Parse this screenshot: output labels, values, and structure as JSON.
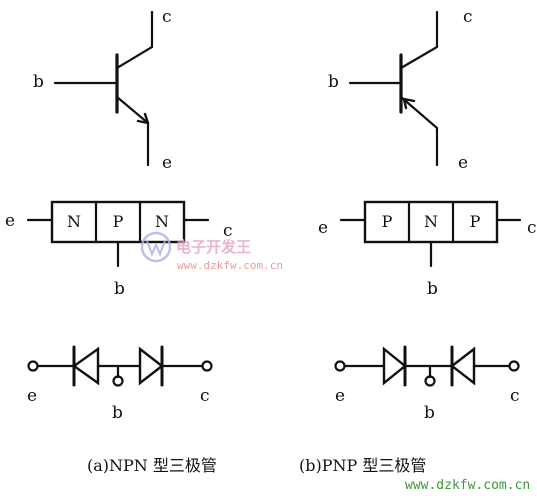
{
  "npn": {
    "symbol": {
      "c": "c",
      "b": "b",
      "e": "e"
    },
    "block": {
      "n1": "N",
      "p": "P",
      "n2": "N",
      "e": "e",
      "c": "c",
      "b": "b"
    },
    "diodes": {
      "e": "e",
      "b": "b",
      "c": "c"
    },
    "caption": "(a)NPN 型三极管"
  },
  "pnp": {
    "symbol": {
      "c": "c",
      "b": "b",
      "e": "e"
    },
    "block": {
      "p1": "P",
      "n": "N",
      "p2": "P",
      "e": "e",
      "c": "c",
      "b": "b"
    },
    "diodes": {
      "e": "e",
      "b": "b",
      "c": "c"
    },
    "caption": "(b)PNP 型三极管"
  },
  "watermark": {
    "logo_text": "电子开发王",
    "url_center": "www.dzkfw.com.cn",
    "url_corner": "www.dzkfw.com.cn",
    "colors": {
      "logo": "#e8a0c8",
      "url": "#f08080",
      "corner": "#3a9a3a"
    }
  }
}
